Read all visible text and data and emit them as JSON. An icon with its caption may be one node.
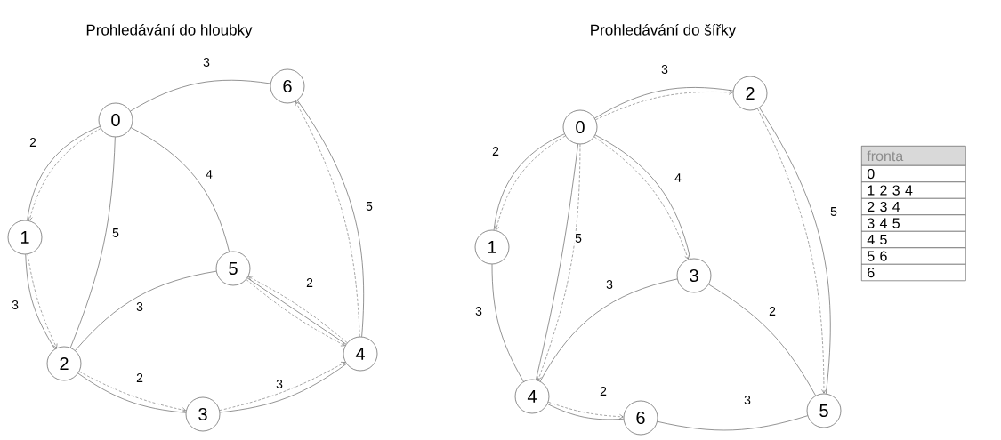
{
  "diagram": {
    "nodes": [
      {
        "text": [
          "0"
        ]
      },
      {
        "text": [
          "1"
        ]
      },
      {
        "text": [
          "2"
        ]
      },
      {
        "text": [
          "3"
        ]
      },
      {
        "text": [
          "4"
        ]
      },
      {
        "text": [
          "5"
        ]
      },
      {
        "text": [
          "6"
        ]
      },
      {
        "text": [
          "0"
        ]
      },
      {
        "text": [
          "1"
        ]
      },
      {
        "text": [
          "2"
        ]
      },
      {
        "text": [
          "3"
        ]
      },
      {
        "text": [
          "4"
        ]
      },
      {
        "text": [
          "5"
        ]
      },
      {
        "text": [
          "6"
        ]
      }
    ],
    "edges": [
      {
        "from": 0,
        "to": 6,
        "arrow": "none",
        "label": "3"
      },
      {
        "from": 0,
        "to": 1,
        "arrow": "none",
        "label": "2"
      },
      {
        "from": 0,
        "to": 2,
        "arrow": "none",
        "label": "5"
      },
      {
        "from": 0,
        "to": 5,
        "arrow": "none",
        "label": "4"
      },
      {
        "from": 1,
        "to": 2,
        "arrow": "none",
        "label": "3"
      },
      {
        "from": 2,
        "to": 5,
        "arrow": "none",
        "label": "3"
      },
      {
        "from": 2,
        "to": 3,
        "arrow": "none",
        "label": "2"
      },
      {
        "from": 3,
        "to": 4,
        "arrow": "none",
        "label": "3"
      },
      {
        "from": 5,
        "to": 4,
        "arrow": "none",
        "label": "2"
      },
      {
        "from": 4,
        "to": 6,
        "arrow": "none",
        "label": "5"
      },
      {
        "from": 0,
        "to": 1,
        "arrow": "to",
        "style": "dashed"
      },
      {
        "from": 1,
        "to": 2,
        "arrow": "to",
        "style": "dashed"
      },
      {
        "from": 2,
        "to": 3,
        "arrow": "to",
        "style": "dashed"
      },
      {
        "from": 3,
        "to": 4,
        "arrow": "to",
        "style": "dashed"
      },
      {
        "from": 4,
        "to": 5,
        "arrow": "to",
        "style": "dashed"
      },
      {
        "from": 5,
        "to": 4,
        "arrow": "to",
        "style": "dashed"
      },
      {
        "from": 4,
        "to": 6,
        "arrow": "to",
        "style": "dashed"
      },
      {
        "from": 7,
        "to": 9,
        "arrow": "none",
        "label": "3"
      },
      {
        "from": 7,
        "to": 8,
        "arrow": "none",
        "label": "2"
      },
      {
        "from": 7,
        "to": 11,
        "arrow": "none",
        "label": "5"
      },
      {
        "from": 7,
        "to": 10,
        "arrow": "none",
        "label": "4"
      },
      {
        "from": 8,
        "to": 11,
        "arrow": "none",
        "label": "3"
      },
      {
        "from": 11,
        "to": 10,
        "arrow": "none",
        "label": "3"
      },
      {
        "from": 10,
        "to": 12,
        "arrow": "none",
        "label": "2"
      },
      {
        "from": 9,
        "to": 12,
        "arrow": "none",
        "label": "5"
      },
      {
        "from": 11,
        "to": 13,
        "arrow": "none",
        "label": "2"
      },
      {
        "from": 13,
        "to": 12,
        "arrow": "none",
        "label": "3"
      },
      {
        "from": 7,
        "to": 9,
        "arrow": "to",
        "style": "dashed"
      },
      {
        "from": 7,
        "to": 8,
        "arrow": "to",
        "style": "dashed"
      },
      {
        "from": 7,
        "to": 11,
        "arrow": "to",
        "style": "dashed"
      },
      {
        "from": 7,
        "to": 10,
        "arrow": "to",
        "style": "dashed"
      },
      {
        "from": 9,
        "to": 12,
        "arrow": "to",
        "style": "dashed"
      },
      {
        "from": 11,
        "to": 13,
        "arrow": "to",
        "style": "dashed"
      }
    ],
    "labels": [
      "Prohledávání do hloubky",
      "Prohledávání do šířky",
      "fronta",
      "0",
      "1 2 3 4",
      "2 3 4",
      "3 4 5",
      "4 5",
      "5 6",
      "6"
    ]
  }
}
